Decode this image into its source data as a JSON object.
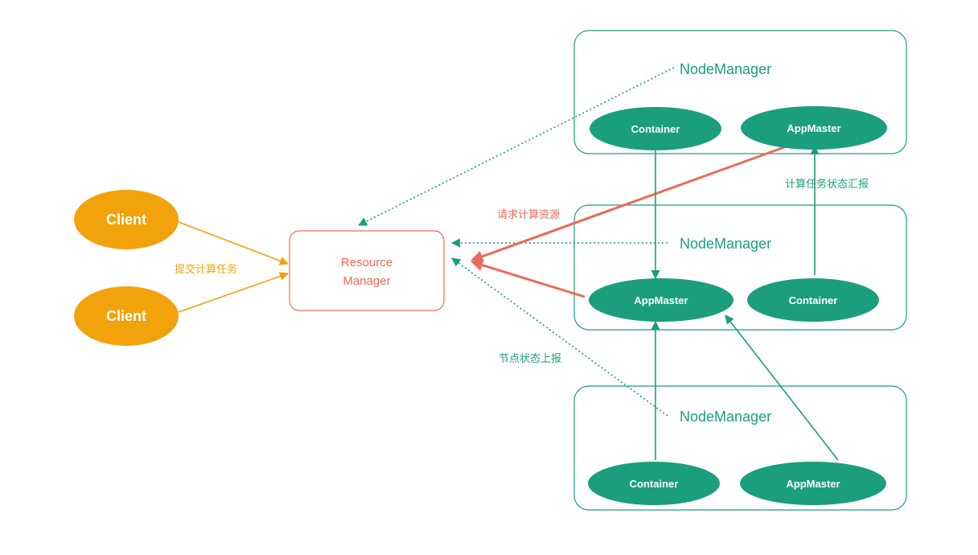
{
  "colors": {
    "teal": "#1a9e7e",
    "orange": "#f2a20b",
    "red": "#ec6a5a",
    "white": "#ffffff"
  },
  "clients": {
    "client_1": "Client",
    "client_2": "Client"
  },
  "resource_manager": {
    "line_1": "Resource",
    "line_2": "Manager"
  },
  "node_groups": {
    "top": {
      "node_manager": "NodeManager",
      "container": "Container",
      "app_master": "AppMaster"
    },
    "middle": {
      "node_manager": "NodeManager",
      "app_master": "AppMaster",
      "container": "Container"
    },
    "bottom": {
      "node_manager": "NodeManager",
      "container": "Container",
      "app_master": "AppMaster"
    }
  },
  "edge_labels": {
    "submit_task": "提交计算任务",
    "request_resources": "请求计算资源",
    "node_status_report": "节点状态上报",
    "task_status_report": "计算任务状态汇报"
  }
}
